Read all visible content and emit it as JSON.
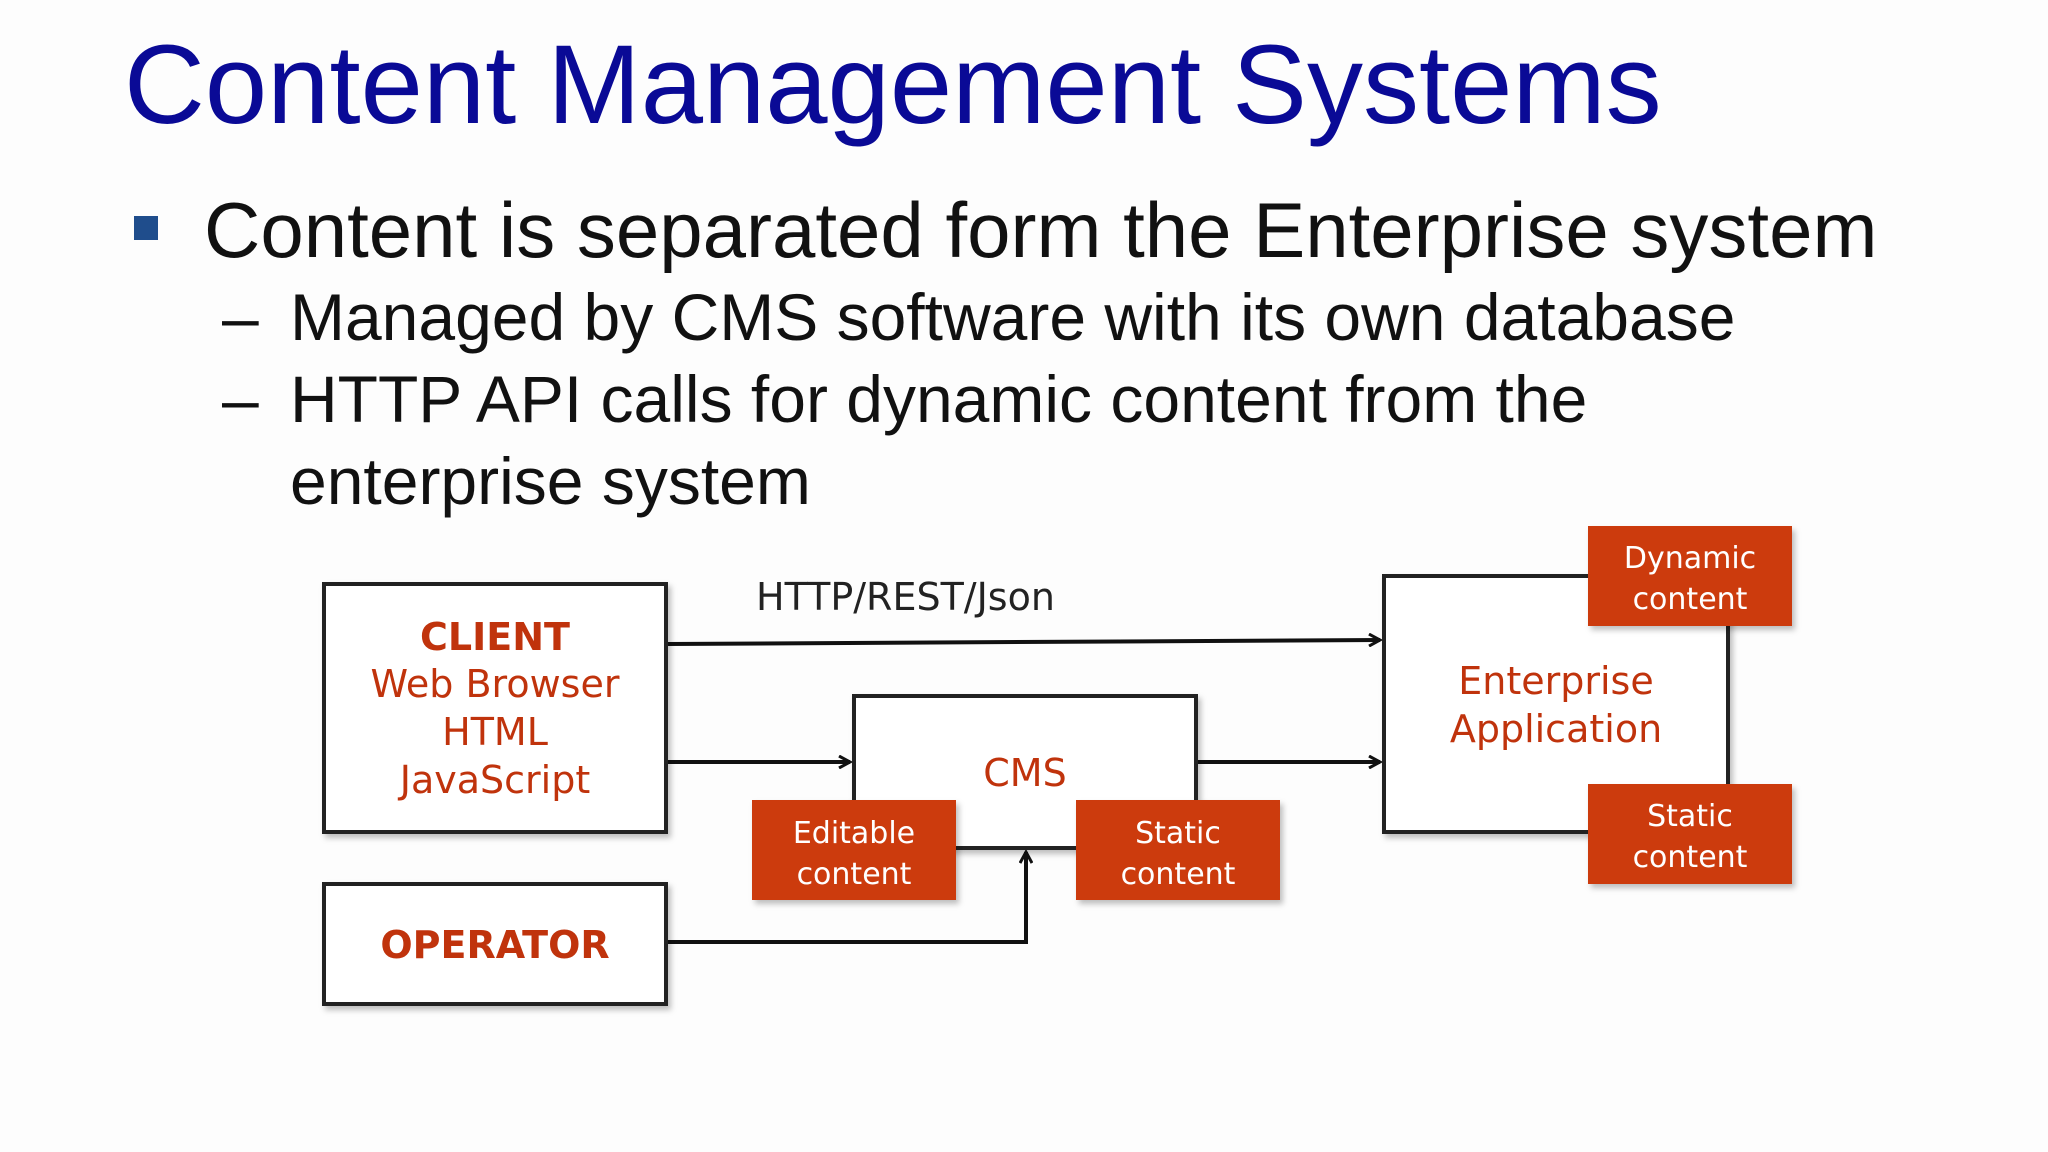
{
  "slide": {
    "title": "Content Management Systems",
    "bullet": "Content is separated form the Enterprise system",
    "sub_bullets": [
      {
        "dash": "–",
        "lines": [
          "Managed by CMS software with its own database"
        ]
      },
      {
        "dash": "–",
        "lines": [
          "HTTP API calls for dynamic content from the",
          "enterprise system"
        ]
      }
    ]
  },
  "diagram": {
    "colors": {
      "accent": "#c0330c",
      "tag_fill": "#cc3a10",
      "title": "#0a0a96",
      "line": "#111111"
    },
    "client": {
      "heading": "CLIENT",
      "lines": [
        "Web Browser",
        "HTML",
        "JavaScript"
      ]
    },
    "operator": {
      "label": "OPERATOR"
    },
    "cms": {
      "label": "CMS"
    },
    "enterprise": {
      "lines": [
        "Enterprise",
        "Application"
      ]
    },
    "tags": {
      "editable": [
        "Editable",
        "content"
      ],
      "cms_static": [
        "Static",
        "content"
      ],
      "dynamic": [
        "Dynamic",
        "content"
      ],
      "enterprise_static": [
        "Static",
        "content"
      ]
    },
    "connection_label": "HTTP/REST/Json"
  }
}
